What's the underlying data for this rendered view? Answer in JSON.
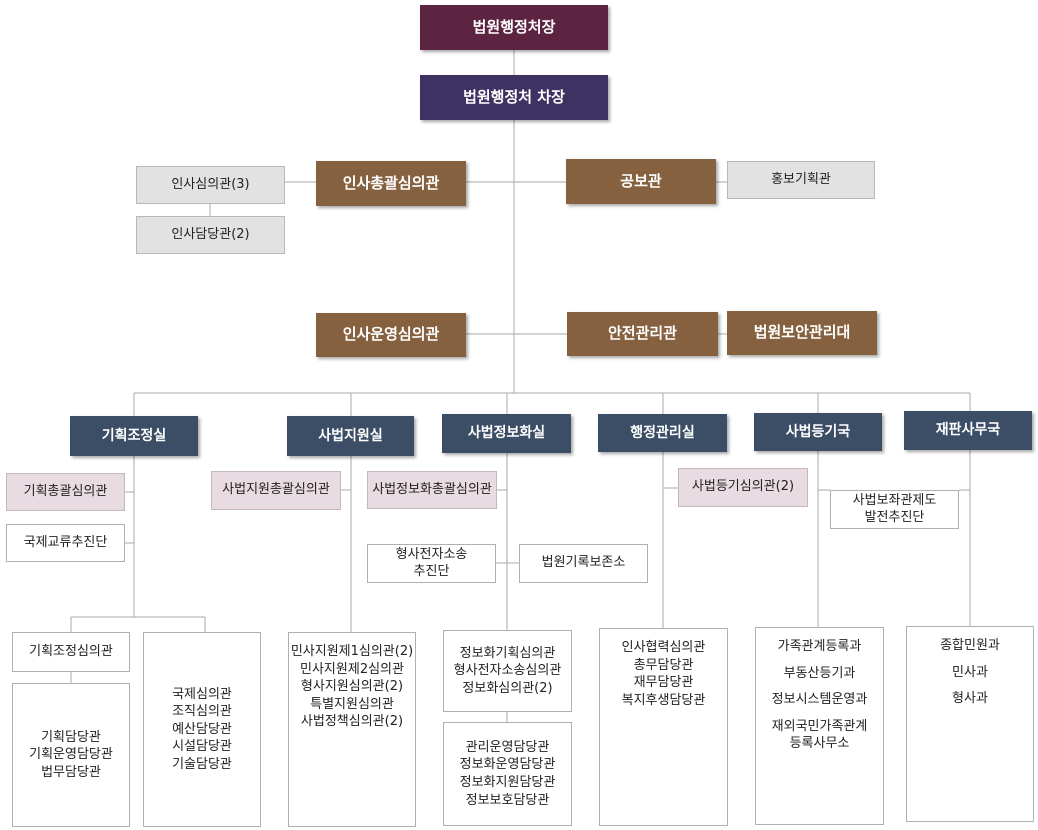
{
  "nodes": {
    "chief": "법원행정처장",
    "vice": "법원행정처 차장",
    "hr_director": "인사총괄심의관",
    "hr_review": "인사심의관(3)",
    "hr_officer": "인사담당관(2)",
    "pr": "공보관",
    "pr_planning": "홍보기획관",
    "hr_ops": "인사운영심의관",
    "safety": "안전관리관",
    "security": "법원보안관리대",
    "planning_office": "기획조정실",
    "judicial_support": "사법지원실",
    "judicial_info": "사법정보화실",
    "admin": "행정관리실",
    "registry": "사법등기국",
    "trial": "재판사무국",
    "planning_director": "기획총괄심의관",
    "intl_exchange": "국제교류추진단",
    "support_director": "사법지원총괄심의관",
    "info_director": "사법정보화총괄심의관",
    "criminal_ecourt": "형사전자소송\n추진단",
    "archives": "법원기록보존소",
    "registry_review": "사법등기심의관(2)",
    "aide_system": "사법보좌관제도\n발전추진단",
    "planning_review": "기획조정심의관"
  },
  "lists": {
    "planning_units": [
      "기획담당관",
      "기획운영담당관",
      "법무담당관"
    ],
    "intl_units": [
      "국제심의관",
      "조직심의관",
      "예산담당관",
      "시설담당관",
      "기술담당관"
    ],
    "support_units": [
      "민사지원제1심의관(2)",
      "민사지원제2심의관",
      "형사지원심의관(2)",
      "특별지원심의관",
      "사법정책심의관(2)"
    ],
    "info_review_units": [
      "정보화기획심의관",
      "형사전자소송심의관",
      "정보화심의관(2)"
    ],
    "info_units": [
      "관리운영담당관",
      "정보화운영담당관",
      "정보화지원담당관",
      "정보보호담당관"
    ],
    "admin_units": [
      "인사협력심의관",
      "총무담당관",
      "재무담당관",
      "복지후생담당관"
    ],
    "registry_units": [
      "가족관계등록과",
      "부동산등기과",
      "정보시스템운영과",
      "재외국민가족관계\n등록사무소"
    ],
    "trial_units": [
      "종합민원과",
      "민사과",
      "형사과"
    ]
  },
  "colors": {
    "chief": "#5c2441",
    "vice": "#3d3261",
    "staff_brown": "#86613f",
    "office_navy": "#3c4d66",
    "grey_box": "#e2e2e2",
    "pink_box": "#e8dbe1",
    "line": "#aaaaaa"
  }
}
